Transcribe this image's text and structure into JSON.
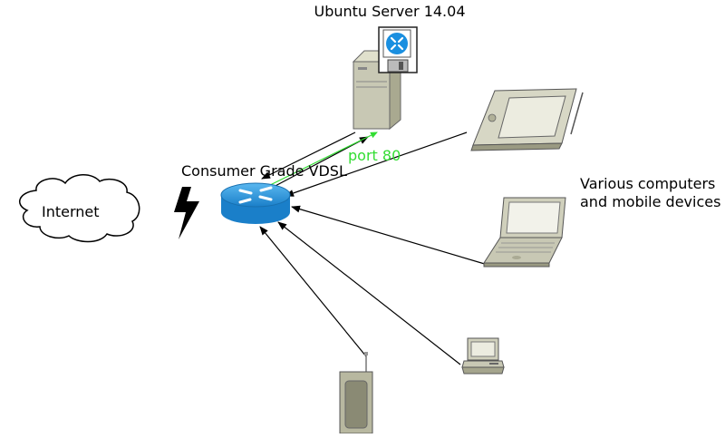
{
  "labels": {
    "server": "Ubuntu Server 14.04",
    "router": "Consumer Grade VDSL",
    "internet": "Internet",
    "port": "port 80",
    "devices": "Various computers\nand mobile devices"
  },
  "colors": {
    "port_forward_arrow": "#33dd33",
    "router_body": "#1e8ed6",
    "device_gray": "#c8c8b4",
    "link_line": "#000000"
  },
  "icons": {
    "internet": "cloud-icon",
    "wan_link": "lightning-bolt-icon",
    "router": "router-icon",
    "server": "tower-server-icon",
    "tablet": "tablet-icon",
    "laptop": "laptop-icon",
    "workstation": "small-computer-icon",
    "phone": "mobile-phone-icon"
  }
}
